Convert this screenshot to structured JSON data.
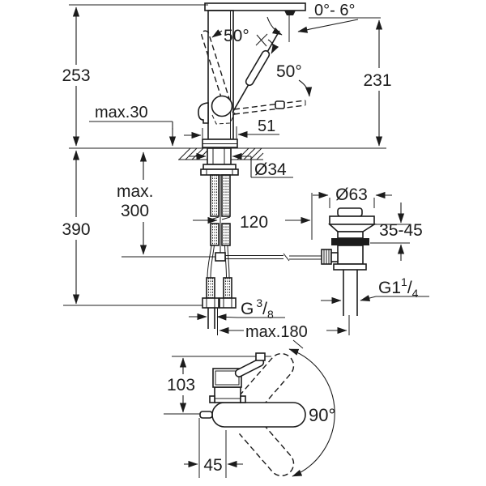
{
  "colors": {
    "line": "#1c1c1c",
    "background": "#ffffff"
  },
  "front": {
    "h253": "253",
    "max30": "max.30",
    "angle50a": "50°",
    "angle50b": "50°",
    "angle06": "0°- 6°",
    "h231": "231",
    "w51": "51",
    "d34": "Ø34",
    "max300a": "max.",
    "max300b": "300",
    "h390": "390",
    "w120": "120",
    "d63": "Ø63",
    "depth3545": "35-45",
    "g114": {
      "p": "G1",
      "sup": "1",
      "sl": "/",
      "sub": "4"
    },
    "g38": {
      "p": "G",
      "sup": "3",
      "sl": "/",
      "sub": "8"
    },
    "max180": "max.180"
  },
  "plan": {
    "h103": "103",
    "rot90": "90°",
    "w45": "45"
  }
}
